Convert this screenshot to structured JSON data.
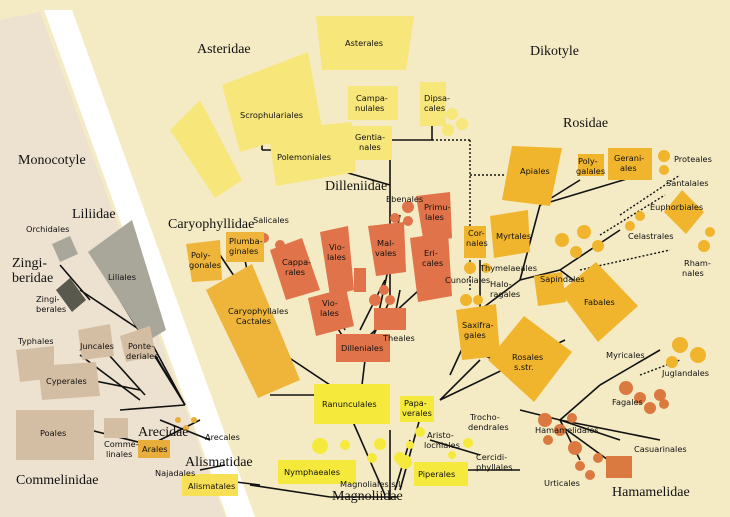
{
  "colors": {
    "background": "#f4ebc4",
    "monocot_bg": "#ede2d0",
    "asterid": "#f7e67a",
    "dilleniid": "#e0734a",
    "rosid": "#f0b52d",
    "hamamelid": "#db7a40",
    "caryophyllid": "#eeb53a",
    "magnoliid": "#f5ea3c",
    "liliid": "#a9a79a",
    "zingiberid": "#59594e",
    "commelinid": "#d4bea3",
    "arecid": "#e8ad3a",
    "alismatid": "#f7e055"
  },
  "groups": {
    "asteridae": "Asteridae",
    "dikotyle": "Dikotyle",
    "monocotyle": "Monocotyle",
    "dilleniidae": "Dilleniidae",
    "rosidae": "Rosidae",
    "caryophyllidae": "Caryophyllidae",
    "liliidae": "Liliidae",
    "zingiberidae_1": "Zingi-",
    "zingiberidae_2": "beridae",
    "arecidae": "Arecidae",
    "alismatidae": "Alismatidae",
    "commelinidae": "Commelinidae",
    "magnoliidae": "Magnoliidae",
    "hamamelidae": "Hamamelidae"
  },
  "orders": {
    "asterales": "Asterales",
    "campanulales_1": "Campa-",
    "campanulales_2": "nulales",
    "gentianales_1": "Gentia-",
    "gentianales_2": "nales",
    "dipsacales_1": "Dipsa-",
    "dipsacales_2": "cales",
    "scrophulariales": "Scrophulariales",
    "polemoniales": "Polemoniales",
    "ebenales": "Ebenales",
    "primulales_1": "Primu-",
    "primulales_2": "lales",
    "salicales": "Salicales",
    "violales_1_1": "Vio-",
    "violales_1_2": "lales",
    "malvales_1": "Mal-",
    "malvales_2": "vales",
    "ericales_1": "Eri-",
    "ericales_2": "cales",
    "capparales_1": "Cappa-",
    "capparales_2": "rales",
    "violales_2_1": "Vio-",
    "violales_2_2": "lales",
    "dilleniales": "Dilleniales",
    "theales": "Theales",
    "polygonales_1": "Poly-",
    "polygonales_2": "gonales",
    "plumbaginales_1": "Plumba-",
    "plumbaginales_2": "ginales",
    "caryophyllales_1": "Caryophyllales",
    "caryophyllales_2": "Cactales",
    "apiales": "Apiales",
    "polygalales_1": "Poly-",
    "polygalales_2": "galales",
    "geraniales_1": "Gerani-",
    "geraniales_2": "ales",
    "proteales": "Proteales",
    "santalales": "Santalales",
    "euphorbiales": "Euphorbiales",
    "celastrales": "Celastrales",
    "rhamnales_1": "Rham-",
    "rhamnales_2": "nales",
    "cornales_1": "Cor-",
    "cornales_2": "nales",
    "myrtales": "Myrtales",
    "thymelaeales": "Thymelaeales",
    "sapindales": "Sapindales",
    "haloragales_1": "Halo-",
    "haloragales_2": "ragales",
    "cunoniales": "Cunoniales",
    "fabales": "Fabales",
    "saxifragales_1": "Saxifra-",
    "saxifragales_2": "gales",
    "rosales_1": "Rosales",
    "rosales_2": "s.str.",
    "myricales": "Myricales",
    "juglandales": "Juglandales",
    "fagales": "Fagales",
    "hamamelidales": "Hamamelidales",
    "casuarinales": "Casuarinales",
    "urticales": "Urticales",
    "ranunculales": "Ranunculales",
    "papaverales_1": "Papa-",
    "papaverales_2": "verales",
    "trochodendrales_1": "Trocho-",
    "trochodendrales_2": "dendrales",
    "aristolochiales_1": "Aristo-",
    "aristolochiales_2": "lochiales",
    "cercidiphyllales_1": "Cercidi-",
    "cercidiphyllales_2": "phyllales",
    "nymphaeales": "Nymphaeales",
    "magnoliales": "Magnoliales s.l.",
    "piperales": "Piperales",
    "orchidales": "Orchidales",
    "liliales": "Liliales",
    "zingiberales_1": "Zingi-",
    "zingiberales_2": "berales",
    "typhales": "Typhales",
    "juncales": "Juncales",
    "cyperales": "Cyperales",
    "pontederiales_1": "Ponte-",
    "pontederiales_2": "deriales",
    "poales": "Poales",
    "commelinales_1": "Comme-",
    "commelinales_2": "linales",
    "arecales": "Arecales",
    "arales": "Arales",
    "najadales": "Najadales",
    "alismatales": "Alismatales"
  }
}
